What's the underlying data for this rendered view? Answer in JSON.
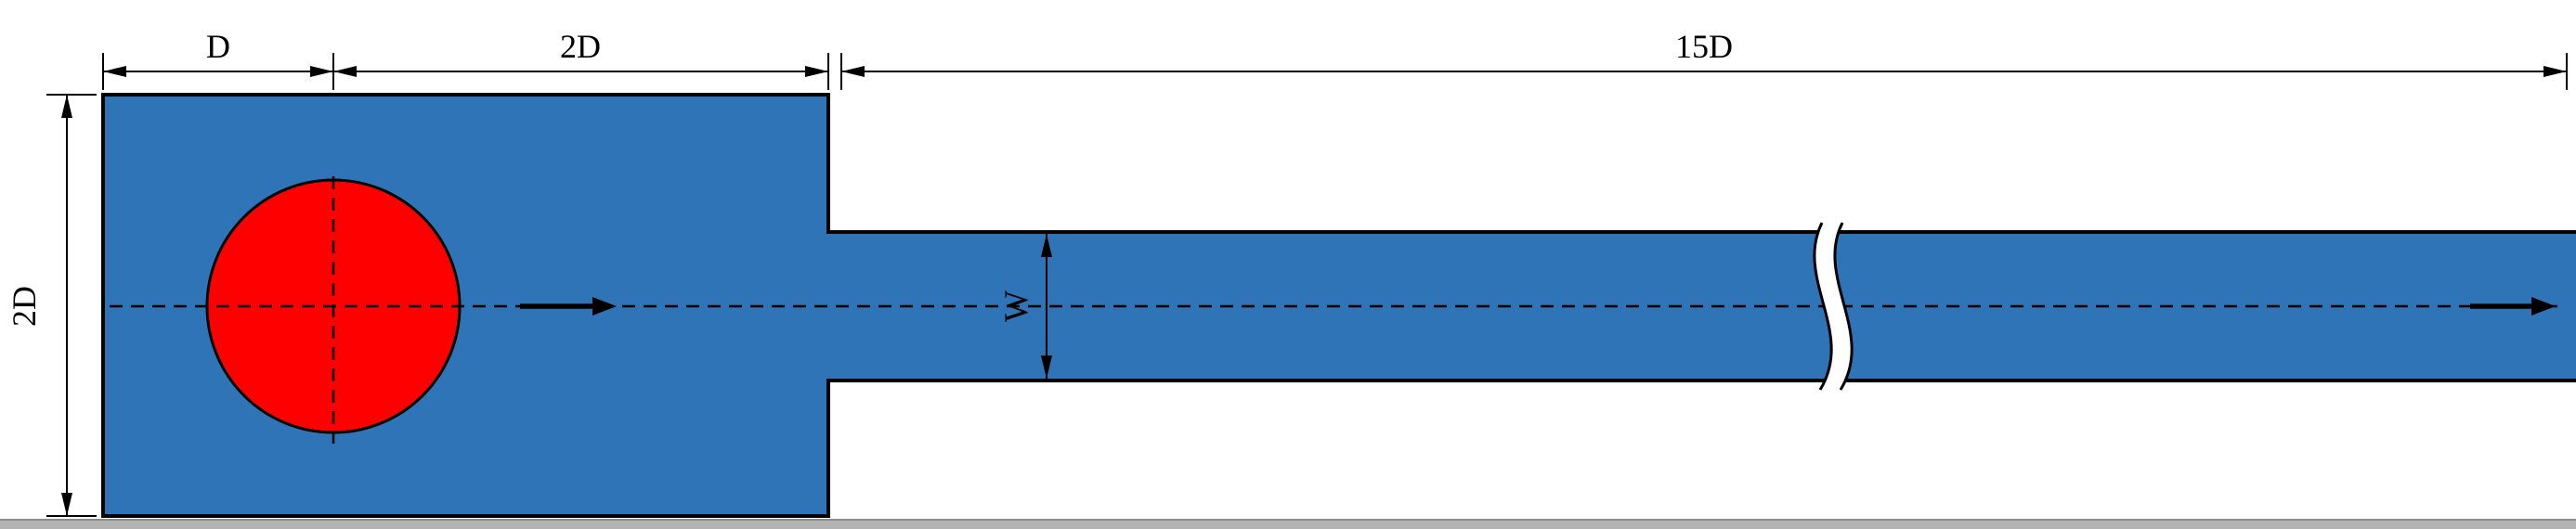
{
  "labels": {
    "dim_inlet_to_cylinder": "D",
    "dim_cylinder_to_step": "2D",
    "dim_channel_length": "15D",
    "dim_inlet_height": "2D",
    "dim_channel_width": "W"
  },
  "colors": {
    "fluid": "#2e74b6",
    "cylinder": "#fe0000",
    "outline": "#000000",
    "background": "#ffffff",
    "taskbar": "#b3b3b3",
    "taskbar_edge": "#8c8c8c"
  }
}
